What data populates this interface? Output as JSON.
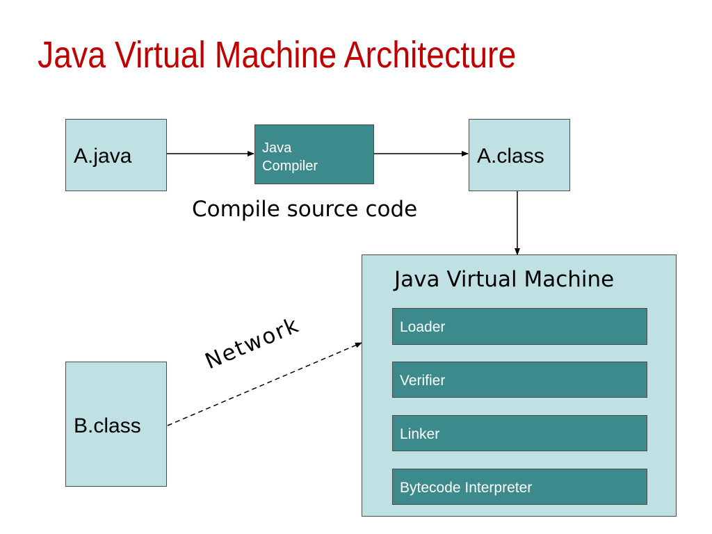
{
  "slide": {
    "title": "Java Virtual Machine Architecture",
    "title_color": "#c00000"
  },
  "nodes": {
    "source_file": "A.java",
    "compiler_line1": "Java",
    "compiler_line2": "Compiler",
    "class_file": "A.class",
    "remote_class_file": "B.class"
  },
  "captions": {
    "compile": "Compile source code",
    "network": "Network"
  },
  "jvm": {
    "heading": "Java Virtual Machine",
    "stages": [
      "Loader",
      "Verifier",
      "Linker",
      "Bytecode Interpreter"
    ]
  },
  "colors": {
    "light_box": "#bfe1e3",
    "dark_box": "#3d8a8c",
    "border": "#4a4a4a"
  }
}
